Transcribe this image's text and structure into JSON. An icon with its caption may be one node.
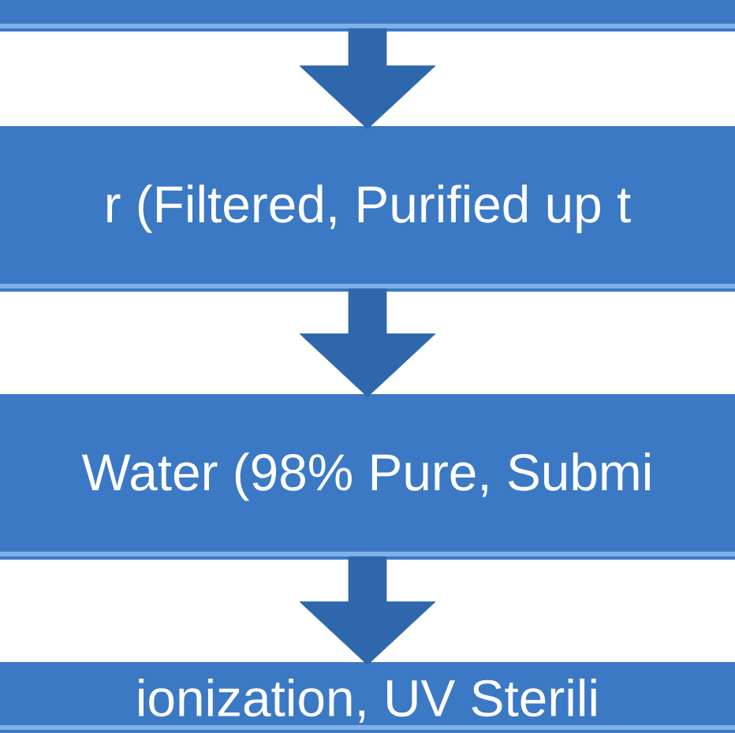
{
  "diagram": {
    "nodes": [
      {
        "text": [],
        "shape": "box"
      },
      {
        "text": [
          "r (Filtered, Purified up t"
        ]
      },
      {
        "text": [
          "Water (98% Pure, Submi"
        ]
      },
      {
        "text": [
          "ionization, UV Sterili"
        ]
      }
    ],
    "edges": [
      {
        "from": 0,
        "to": 1,
        "arrow": "to"
      },
      {
        "from": 1,
        "to": 2,
        "arrow": "to"
      },
      {
        "from": 2,
        "to": 3,
        "arrow": "to"
      }
    ]
  }
}
